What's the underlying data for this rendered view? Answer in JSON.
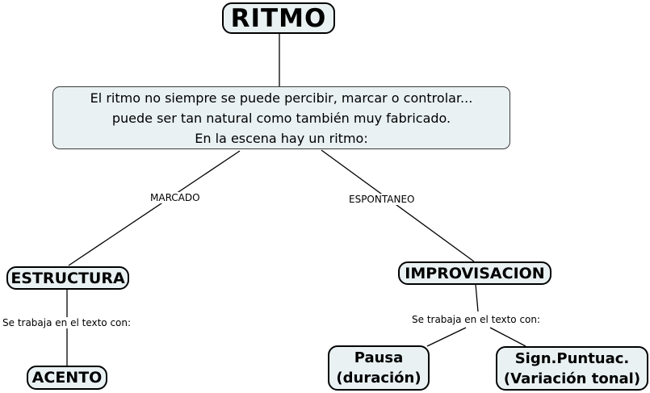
{
  "diagram": {
    "root_node": {
      "label": "RITMO"
    },
    "statement_box": {
      "lines": [
        "El ritmo no siempre se puede percibir, marcar o controlar...",
        "puede ser tan natural como también muy fabricado.",
        "En la escena hay un ritmo:"
      ]
    },
    "edge_labels": {
      "left": "MARCADO",
      "right": "ESPONTANEO"
    },
    "left_branch": {
      "node_label": "ESTRUCTURA",
      "connector_text": "Se trabaja en el texto con:",
      "leaf_label": "ACENTO"
    },
    "right_branch": {
      "node_label": "IMPROVISACION",
      "connector_text": "Se trabaja en el texto con:",
      "leaves": [
        {
          "title": "Pausa",
          "subtitle": "(duración)"
        },
        {
          "title": "Sign.Puntuac.",
          "subtitle": "(Variación tonal)"
        }
      ]
    },
    "colors": {
      "node_background": "#e9f1f2",
      "node_border": "#000000",
      "statement_border": "#3c3c3c",
      "line": "#000000",
      "page_background": "#ffffff"
    }
  }
}
